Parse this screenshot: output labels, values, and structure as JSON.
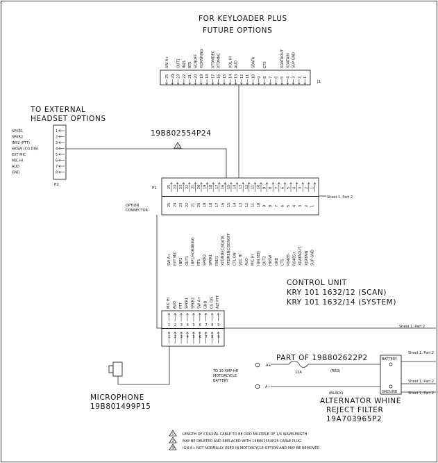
{
  "border_color": "#222222",
  "title_top": [
    "FOR KEYLOADER PLUS",
    "FUTURE OPTIONS"
  ],
  "j1": {
    "ref": "J1",
    "pins": [
      "25",
      "24",
      "23",
      "22",
      "21",
      "20",
      "19",
      "18",
      "17",
      "16",
      "15",
      "14",
      "13",
      "12",
      "11",
      "10",
      "9",
      "8",
      "7",
      "6",
      "5",
      "4",
      "3",
      "2",
      "1"
    ],
    "signals": [
      "SW A+",
      "",
      "OUT1",
      "INP1",
      "RTS",
      "SCNOFF",
      "HORNRING",
      "",
      "XTDMDEC",
      "XTDMNC",
      "",
      "VOL HI",
      "AUD",
      "",
      "",
      "SDATA",
      "",
      "CTS",
      "",
      "",
      "XDATAOUT",
      "XDATAIN",
      "SUP GND",
      "",
      ""
    ]
  },
  "headset": {
    "title": [
      "TO EXTERNAL",
      "HEADSET OPTIONS"
    ],
    "ref": "P2",
    "signals": [
      "SPKR1",
      "SPKR2",
      "INP2 (PTT)",
      "HKSW (CG DIS)",
      "EXT MIC",
      "MIC HI",
      "AUD",
      "GND"
    ],
    "pins": [
      "1",
      "2",
      "3",
      "4",
      "5",
      "6",
      "7",
      "8"
    ]
  },
  "cable_part": "19B802554P24",
  "note_marker": "1",
  "p1": {
    "ref": "P1",
    "label": [
      "OPTION",
      "CONNECTOR"
    ],
    "top_pins": [
      "25",
      "24",
      "23",
      "22",
      "21",
      "20",
      "19",
      "18",
      "17",
      "16",
      "15",
      "14",
      "13",
      "12",
      "11",
      "10",
      "9",
      "8",
      "7",
      "6",
      "5",
      "4",
      "3",
      "2",
      "1"
    ],
    "bottom_pins": [
      "25",
      "24",
      "23",
      "22",
      "21",
      "20",
      "19",
      "18",
      "17",
      "16",
      "15",
      "14",
      "13",
      "12",
      "11",
      "10",
      "9",
      "8",
      "7",
      "6",
      "5",
      "4",
      "3",
      "2",
      "1"
    ],
    "signals": [
      "SW A+",
      "EXT MIC",
      "INP2",
      "OUT1",
      "INP1/HORNRING",
      "RTS",
      "SPKR2",
      "SPKR1",
      "RXD1",
      "XTDMDEC/SDATA",
      "XTDMENC/SCNOFF",
      "CTL ON",
      "VOL HI",
      "AUD",
      "MIC HI",
      "IGN SEN",
      "OUT2",
      "HKSW",
      "GND",
      "CTS",
      "RS485-",
      "RS485+",
      "XDATAOUT",
      "XDATAIN",
      "SUP GND"
    ],
    "sheet_ref": "Sheet 1, Part 2"
  },
  "control_unit": [
    "CONTROL UNIT",
    "KRY 101 1632/12 (SCAN)",
    "KRY 101 1632/14 (SYSTEM)"
  ],
  "mic_conn": {
    "signals": [
      "MIC HI",
      "AUD",
      "PTT",
      "SPKR1",
      "SPKR2",
      "SW A+",
      "GND",
      "CG DIS",
      "ALT PTT"
    ],
    "pins": [
      "1",
      "2",
      "3",
      "4",
      "5",
      "6",
      "7",
      "8",
      "9"
    ],
    "sheet_ref": "Sheet 1, Part 2"
  },
  "microphone": [
    "MICROPHONE",
    "19B801499P15"
  ],
  "power": {
    "part_of": "PART OF 19B802622P2",
    "fuse": "12A",
    "red": "(RED)",
    "black": "(BLACK)",
    "a_plus": "A+",
    "a_minus": "A−",
    "battery_note": [
      "TO 19 AMP-HR",
      "MOTORCYCLE",
      "BATTERY"
    ],
    "battery_term": "BATTERY",
    "ground_term": "GROUND",
    "sheet_ref": "Sheet 1, Part 2"
  },
  "filter": [
    "ALTERNATOR WHINE",
    "REJECT FILTER",
    "19A703965P2"
  ],
  "notes": [
    {
      "marker": "1",
      "text": "LENGTH OF COAXIAL CABLE TO BE ODD MULTIPLE OF 1/4 WAVELENGTH"
    },
    {
      "marker": "2",
      "text": "MAY BE DELETED AND REPLACED WITH 19B802554P25 CABLE PLUG."
    },
    {
      "marker": "3",
      "text": "IGN A+ NOT NORMALLY USED IN MOTORCYCLE OPTION AND MAY BE REMOVED."
    }
  ]
}
